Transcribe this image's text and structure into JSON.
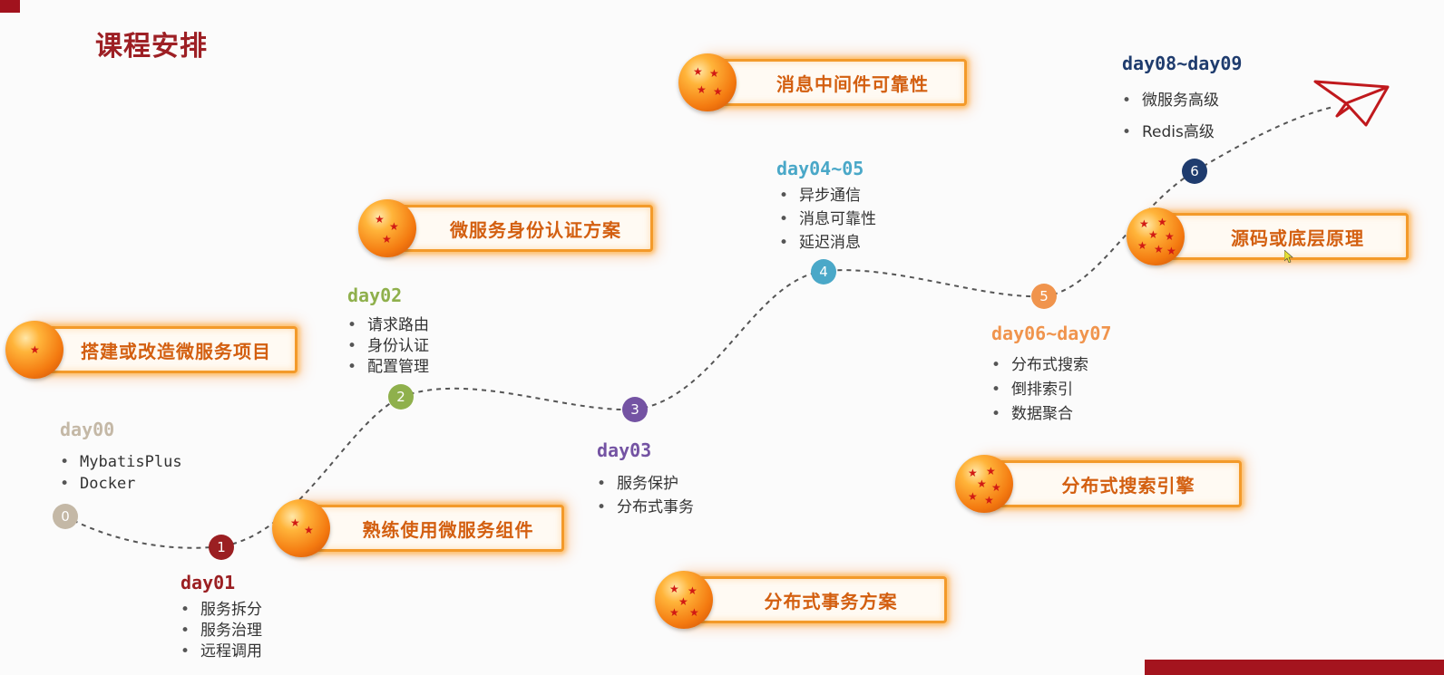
{
  "title": "课程安排",
  "banners": {
    "b1": "搭建或改造微服务项目",
    "b2": "熟练使用微服务组件",
    "b3": "微服务身份认证方案",
    "b4": "消息中间件可靠性",
    "b5": "分布式事务方案",
    "b6": "分布式搜索引擎",
    "b7": "源码或底层原理"
  },
  "nodes": [
    "0",
    "1",
    "2",
    "3",
    "4",
    "5",
    "6"
  ],
  "days": {
    "d0": {
      "label": "day00",
      "items": [
        "MybatisPlus",
        "Docker"
      ]
    },
    "d1": {
      "label": "day01",
      "items": [
        "服务拆分",
        "服务治理",
        "远程调用"
      ]
    },
    "d2": {
      "label": "day02",
      "items": [
        "请求路由",
        "身份认证",
        "配置管理"
      ]
    },
    "d3": {
      "label": "day03",
      "items": [
        "服务保护",
        "分布式事务"
      ]
    },
    "d4": {
      "label": "day04~05",
      "items": [
        "异步通信",
        "消息可靠性",
        "延迟消息"
      ]
    },
    "d5": {
      "label": "day06~day07",
      "items": [
        "分布式搜索",
        "倒排索引",
        "数据聚合"
      ]
    },
    "d6": {
      "label": "day08~day09",
      "items": [
        "微服务高级",
        "Redis高级"
      ]
    }
  },
  "colors": {
    "title": "#9d1f24",
    "day0": "#c4b8a6",
    "day1": "#9b1f22",
    "day2": "#8fb04c",
    "day3": "#7453a3",
    "day4": "#4aa8c8",
    "day5": "#f0944d",
    "day6": "#1f3c6e",
    "banner_text": "#d35f10",
    "banner_border": "#f39a2a"
  },
  "icons": [
    "dragon-ball-icon",
    "paper-plane-icon",
    "mouse-cursor-icon"
  ]
}
